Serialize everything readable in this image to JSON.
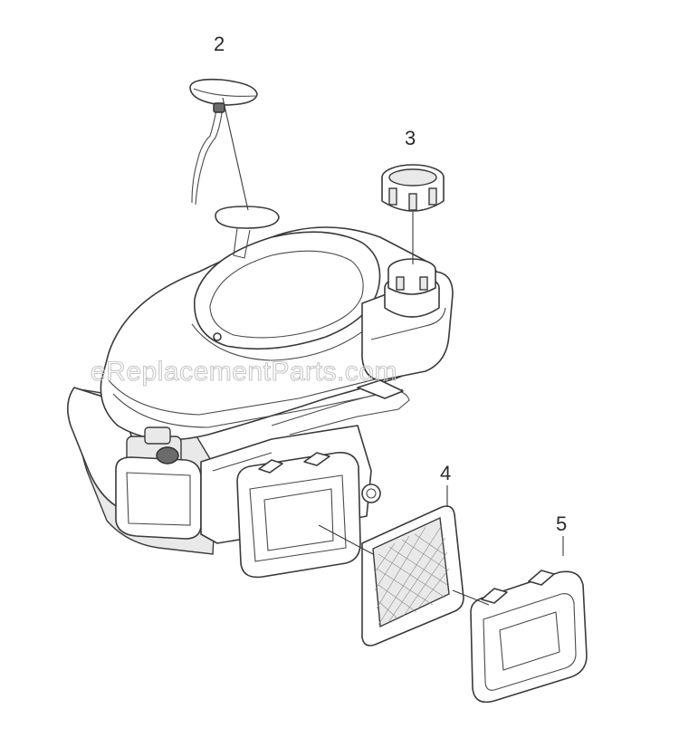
{
  "watermark": "eReplacementParts.com",
  "callouts": [
    {
      "id": "callout-2",
      "label": "2"
    },
    {
      "id": "callout-3",
      "label": "3"
    },
    {
      "id": "callout-4",
      "label": "4"
    },
    {
      "id": "callout-5",
      "label": "5"
    }
  ],
  "colors": {
    "line": "#3a3a3a",
    "shade": "#e9e9e9",
    "watermark": "#c8c8c8"
  }
}
